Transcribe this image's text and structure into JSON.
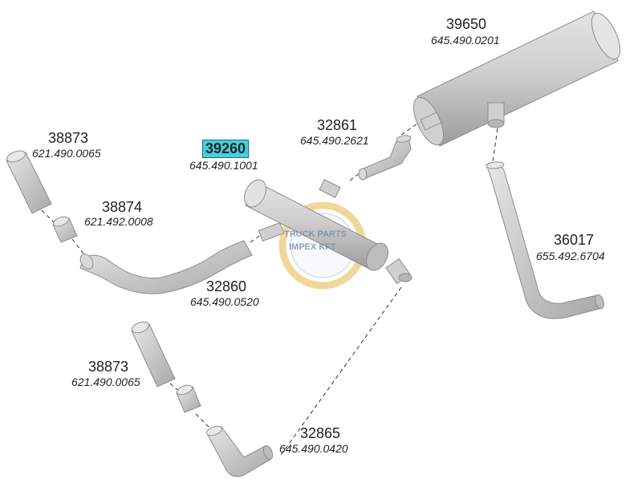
{
  "parts": [
    {
      "key": "p39650",
      "number": "39650",
      "code": "645.490.0201"
    },
    {
      "key": "p32861",
      "number": "32861",
      "code": "645.490.2621"
    },
    {
      "key": "p39260",
      "number": "39260",
      "code": "645.490.1001",
      "highlighted": true
    },
    {
      "key": "p38873a",
      "number": "38873",
      "code": "621.490.0065"
    },
    {
      "key": "p38874",
      "number": "38874",
      "code": "621.492.0008"
    },
    {
      "key": "p36017",
      "number": "36017",
      "code": "655.492.6704"
    },
    {
      "key": "p32860",
      "number": "32860",
      "code": "645.490.0520"
    },
    {
      "key": "p38873b",
      "number": "38873",
      "code": "621.490.0065"
    },
    {
      "key": "p32865",
      "number": "32865",
      "code": "645.490.0420"
    }
  ],
  "watermark": {
    "line1": "TRUCK PARTS",
    "line2": "IMPEX KFT"
  },
  "colors": {
    "highlight": "#3fd3e0",
    "part_fill": "#c8c8c8",
    "part_dark": "#9a9a9a",
    "text": "#222222",
    "watermark_gold": "#e8b84a",
    "watermark_blue": "#6f8fb0"
  }
}
